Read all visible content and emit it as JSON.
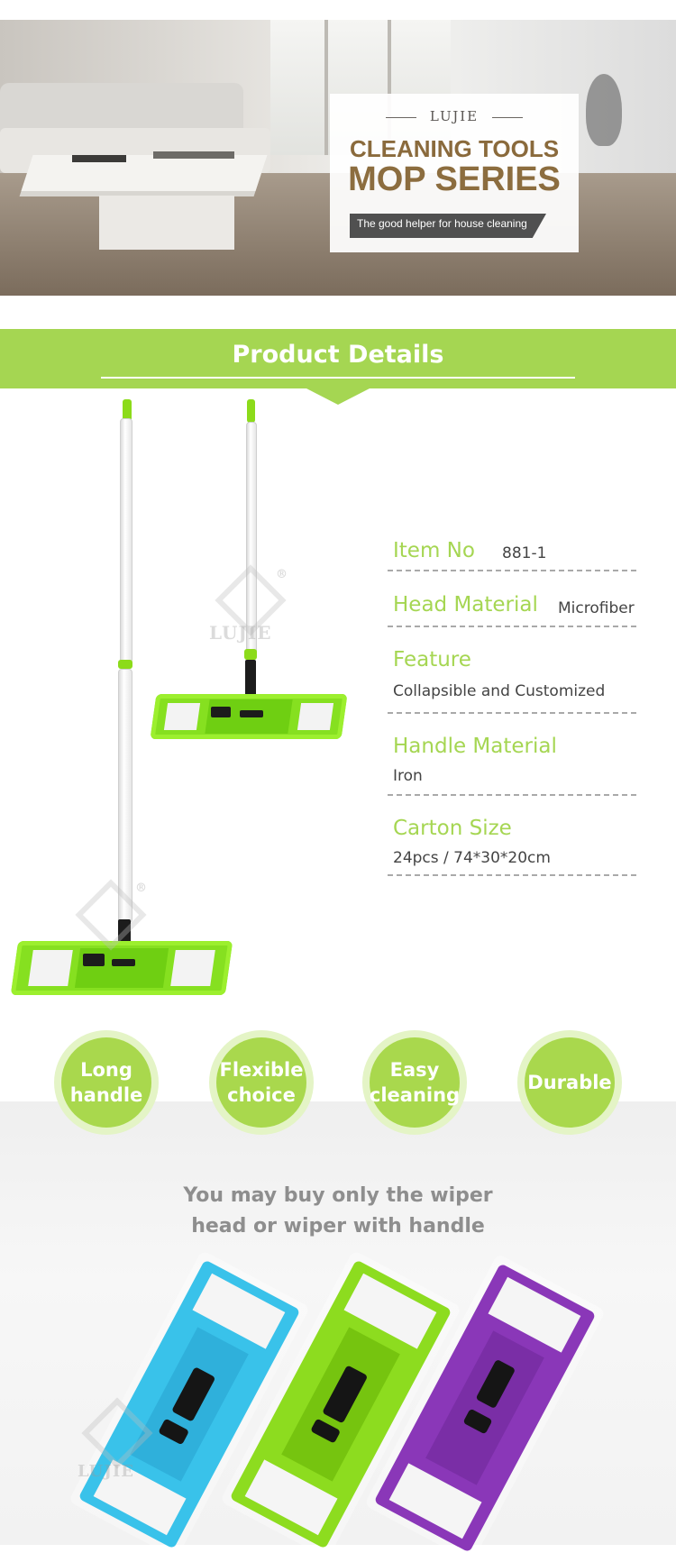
{
  "banner": {
    "brand": "LUJIE",
    "title_line1": "CLEANING TOOLS",
    "title_line2": "MOP SERIES",
    "tagline": "The good helper for house cleaning"
  },
  "section": {
    "title": "Product Details"
  },
  "watermark": {
    "text": "LUJIE",
    "registered": "®"
  },
  "specs": [
    {
      "label": "Item No",
      "value": "881-1"
    },
    {
      "label": "Head Material",
      "value": "Microfiber"
    },
    {
      "label": "Feature",
      "value": "Collapsible and Customized"
    },
    {
      "label": "Handle Material",
      "value": "Iron"
    },
    {
      "label": "Carton Size",
      "value": "24pcs / 74*30*20cm"
    }
  ],
  "features": [
    {
      "label": "Long handle",
      "line1": "Long",
      "line2": "handle"
    },
    {
      "label": "Flexible choice",
      "line1": "Flexible",
      "line2": "choice"
    },
    {
      "label": "Easy cleaning",
      "line1": "Easy",
      "line2": "cleaning"
    },
    {
      "label": "Durable",
      "line1": "Durable",
      "line2": ""
    }
  ],
  "bottom": {
    "line1": "You may buy only the wiper",
    "line2": "head or wiper with handle"
  },
  "colors": {
    "accent_green": "#a5d652",
    "pack_blue": "#39c2ea",
    "pack_green": "#8ddc1f",
    "pack_purple": "#8a37b8",
    "banner_gold": "#8c6d3f"
  }
}
